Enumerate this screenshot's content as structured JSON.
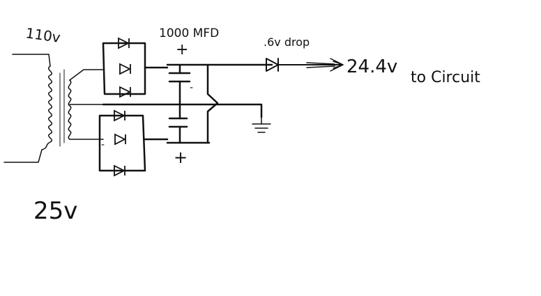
{
  "labels": {
    "input_voltage": "110v",
    "capacitor": "1000 MFD",
    "drop": ".6v drop",
    "output": "24.4v",
    "destination": "to Circuit",
    "transformer_secondary": "25v",
    "plus_top": "+",
    "plus_bottom": "+",
    "minus_mark": "-",
    "bottom_mark": "-"
  },
  "colors": {
    "ink": "#111111",
    "background": "#ffffff"
  },
  "icons": {
    "diode": "diode-icon",
    "ground": "ground-icon",
    "arrow": "arrow-right-icon",
    "capacitor": "capacitor-icon",
    "transformer": "transformer-coil-icon"
  }
}
